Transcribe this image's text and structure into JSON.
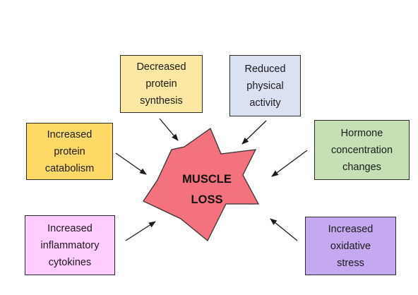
{
  "center": {
    "line1": "MUSCLE",
    "line2": "LOSS",
    "color": "#f4727d"
  },
  "factors": [
    {
      "id": "synth",
      "label": "Decreased\nprotein\nsynthesis",
      "color": "#fce7a3"
    },
    {
      "id": "phys",
      "label": "Reduced\nphysical\nactivity",
      "color": "#d9e1f2"
    },
    {
      "id": "catab",
      "label": "Increased\nprotein\ncatabolism",
      "color": "#ffd966"
    },
    {
      "id": "horm",
      "label": "Hormone\nconcentration\nchanges",
      "color": "#c5e0b4"
    },
    {
      "id": "infl",
      "label": "Increased\ninflammatory\ncytokines",
      "color": "#ffccff"
    },
    {
      "id": "oxid",
      "label": "Increased\noxidative\nstress",
      "color": "#c4a9f0"
    }
  ]
}
